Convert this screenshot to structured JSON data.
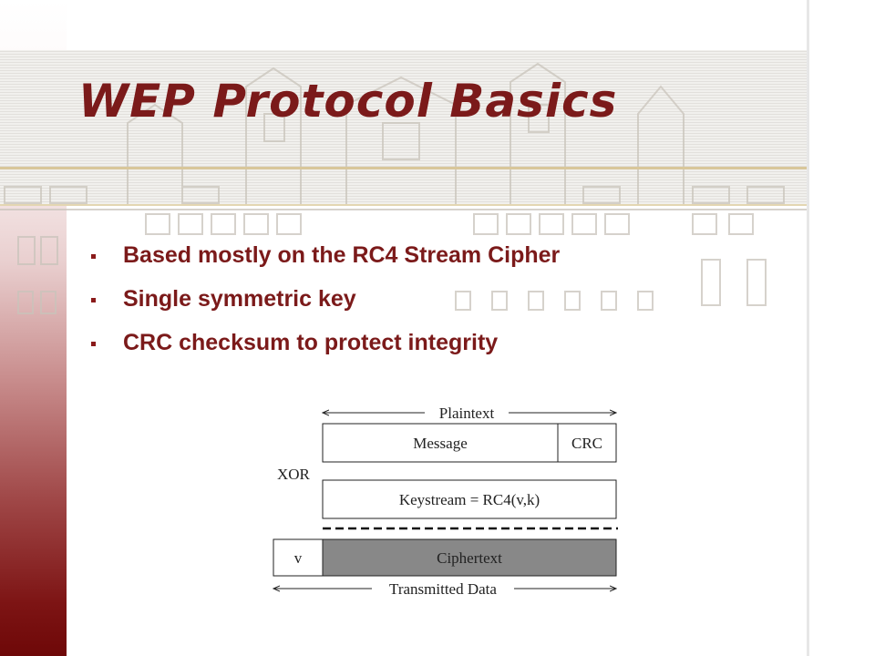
{
  "slide": {
    "title": "WEP Protocol Basics",
    "bullets": [
      "Based mostly on the RC4 Stream Cipher",
      "Single symmetric key",
      "CRC checksum to protect integrity"
    ],
    "colors": {
      "title": "#7b1a1a",
      "accent_bar": "#6e0808"
    }
  },
  "diagram": {
    "plaintext_label": "Plaintext",
    "message_label": "Message",
    "crc_label": "CRC",
    "xor_label": "XOR",
    "keystream_label": "Keystream = RC4(v,k)",
    "iv_label": "v",
    "ciphertext_label": "Ciphertext",
    "transmitted_label": "Transmitted Data"
  }
}
